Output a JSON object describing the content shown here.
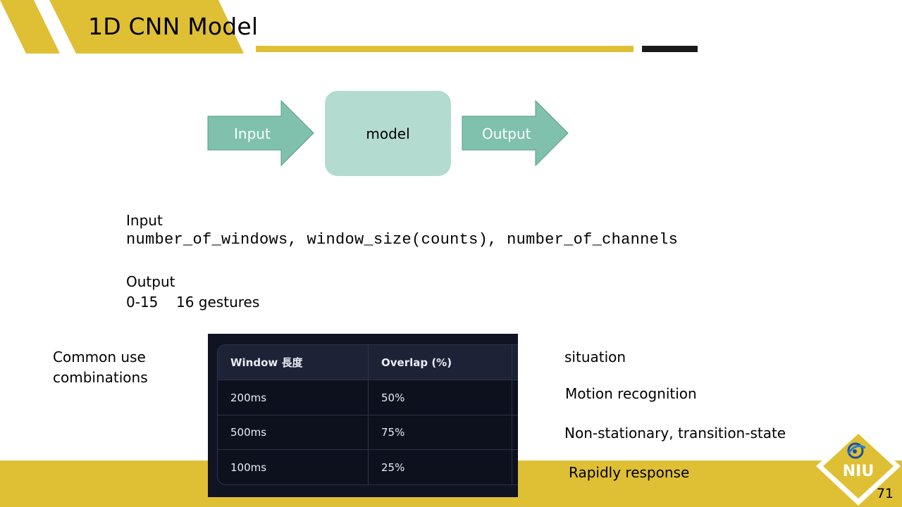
{
  "slide": {
    "title": "1D CNN Model",
    "page_number": "71",
    "colors": {
      "accent": "#dfc035",
      "dark": "#1a1a1a",
      "teal_arrow": "#7fc1ad",
      "teal_box": "#b4dbd0"
    }
  },
  "diagram": {
    "input_label": "Input",
    "model_label": "model",
    "output_label": "Output"
  },
  "body": {
    "input_heading": "Input",
    "input_shape": "number_of_windows, window_size(counts), number_of_channels",
    "output_heading": "Output",
    "output_range": "0-15",
    "output_desc": "16 gestures"
  },
  "left_note": {
    "line1": "Common use",
    "line2": "combinations"
  },
  "table": {
    "headers": [
      "Window 長度",
      "Overlap (%)",
      ""
    ],
    "rows": [
      [
        "200ms",
        "50%",
        ""
      ],
      [
        "500ms",
        "75%",
        ""
      ],
      [
        "100ms",
        "25%",
        ""
      ]
    ]
  },
  "situation": {
    "heading": "situation",
    "items": [
      "Motion recognition",
      "Non-stationary, transition-state",
      "Rapidly response"
    ]
  },
  "logo": {
    "text": "NIU",
    "icon": "niu-logo-icon"
  }
}
